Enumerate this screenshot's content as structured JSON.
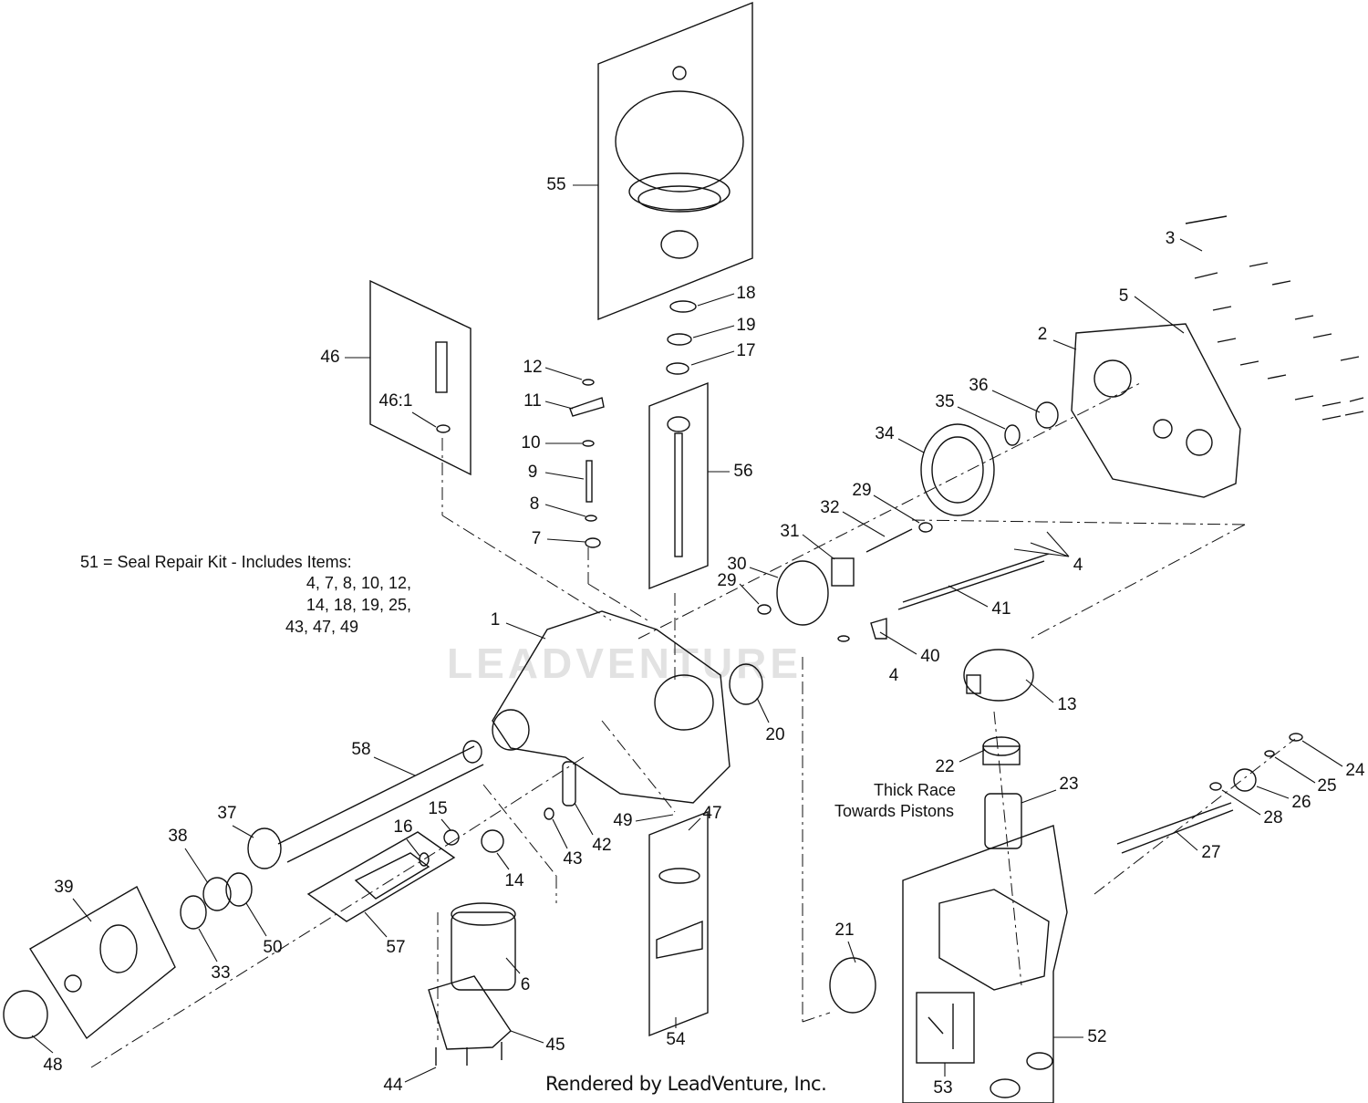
{
  "watermark": "LEADVENTURE",
  "credit": "Rendered by LeadVenture, Inc.",
  "seal_kit_note": {
    "line1": "51 = Seal Repair Kit - Includes Items:",
    "line2": "4, 7, 8, 10, 12,",
    "line3": "14, 18, 19, 25,",
    "line4": "43, 47, 49"
  },
  "thick_race_note": {
    "line1": "Thick Race",
    "line2": "Towards Pistons"
  },
  "callouts": {
    "c1": "1",
    "c2": "2",
    "c3": "3",
    "c4a": "4",
    "c4b": "4",
    "c5": "5",
    "c6": "6",
    "c7": "7",
    "c8": "8",
    "c9": "9",
    "c10": "10",
    "c11": "11",
    "c12": "12",
    "c13": "13",
    "c14": "14",
    "c15": "15",
    "c16": "16",
    "c17": "17",
    "c18": "18",
    "c19": "19",
    "c20": "20",
    "c21": "21",
    "c22": "22",
    "c23": "23",
    "c24": "24",
    "c25": "25",
    "c26": "26",
    "c27": "27",
    "c28": "28",
    "c29a": "29",
    "c29b": "29",
    "c30": "30",
    "c31": "31",
    "c32": "32",
    "c33": "33",
    "c34": "34",
    "c35": "35",
    "c36": "36",
    "c37": "37",
    "c38": "38",
    "c39": "39",
    "c40": "40",
    "c41": "41",
    "c42": "42",
    "c43": "43",
    "c44": "44",
    "c45": "45",
    "c46": "46",
    "c46_1": "46:1",
    "c47": "47",
    "c48": "48",
    "c49": "49",
    "c50": "50",
    "c52": "52",
    "c53": "53",
    "c54": "54",
    "c55": "55",
    "c56": "56",
    "c57": "57",
    "c58": "58"
  }
}
